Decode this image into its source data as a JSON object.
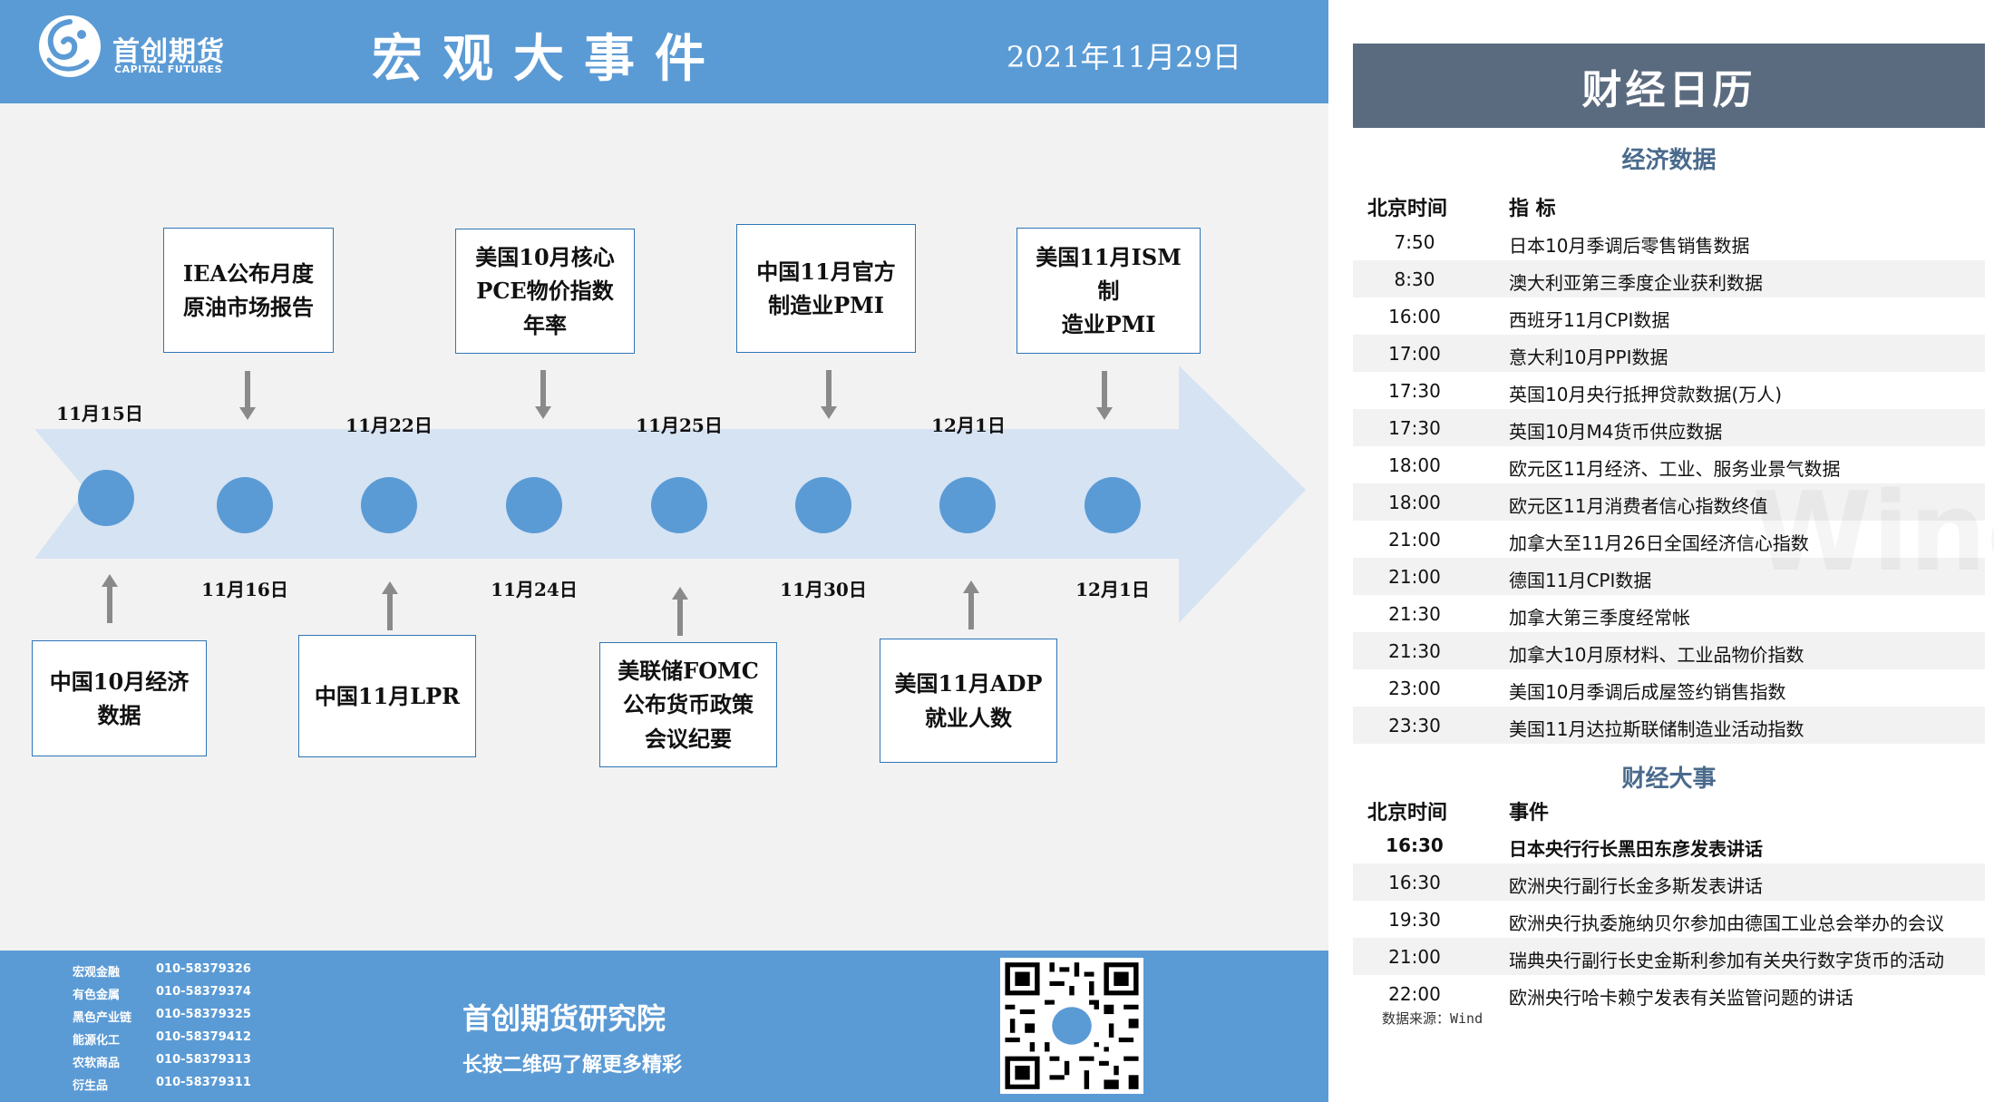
{
  "header": {
    "logo_cn": "首创期货",
    "logo_en": "CAPITAL FUTURES",
    "title": "宏观大事件",
    "date": "2021年11月29日"
  },
  "timeline": {
    "top_dates": [
      "11月15日",
      "11月22日",
      "11月25日",
      "12月1日"
    ],
    "bottom_dates": [
      "11月16日",
      "11月24日",
      "11月30日",
      "12月1日"
    ],
    "top_events": [
      {
        "lines": [
          "IEA公布月度",
          "原油市场报告"
        ]
      },
      {
        "lines": [
          "美国10月核心",
          "PCE物价指数",
          "年率"
        ]
      },
      {
        "lines": [
          "中国11月官方",
          "制造业PMI"
        ]
      },
      {
        "lines": [
          "美国11月ISM制",
          "造业PMI"
        ]
      }
    ],
    "bottom_events": [
      {
        "lines": [
          "中国10月经济",
          "数据"
        ]
      },
      {
        "lines": [
          "中国11月LPR"
        ]
      },
      {
        "lines": [
          "美联储FOMC",
          "公布货币政策",
          "会议纪要"
        ]
      },
      {
        "lines": [
          "美国11月ADP",
          "就业人数"
        ]
      }
    ]
  },
  "footer": {
    "contacts": [
      {
        "dept": "宏观金融",
        "phone": "010-58379326"
      },
      {
        "dept": "有色金属",
        "phone": "010-58379374"
      },
      {
        "dept": "黑色产业链",
        "phone": "010-58379325"
      },
      {
        "dept": "能源化工",
        "phone": "010-58379412"
      },
      {
        "dept": "农软商品",
        "phone": "010-58379313"
      },
      {
        "dept": "衍生品",
        "phone": "010-58379311"
      }
    ],
    "institute": "首创期货研究院",
    "cta": "长按二维码了解更多精彩"
  },
  "calendar": {
    "title": "财经日历",
    "econ_section": "经济数据",
    "econ_headers": {
      "time": "北京时间",
      "indicator": "指  标"
    },
    "econ_rows": [
      {
        "time": "7:50",
        "item": "日本10月季调后零售销售数据"
      },
      {
        "time": "8:30",
        "item": "澳大利亚第三季度企业获利数据"
      },
      {
        "time": "16:00",
        "item": "西班牙11月CPI数据"
      },
      {
        "time": "17:00",
        "item": "意大利10月PPI数据"
      },
      {
        "time": "17:30",
        "item": "英国10月央行抵押贷款数据(万人)"
      },
      {
        "time": "17:30",
        "item": "英国10月M4货币供应数据"
      },
      {
        "time": "18:00",
        "item": "欧元区11月经济、工业、服务业景气数据"
      },
      {
        "time": "18:00",
        "item": "欧元区11月消费者信心指数终值"
      },
      {
        "time": "21:00",
        "item": "加拿大至11月26日全国经济信心指数"
      },
      {
        "time": "21:00",
        "item": "德国11月CPI数据"
      },
      {
        "time": "21:30",
        "item": "加拿大第三季度经常帐"
      },
      {
        "time": "21:30",
        "item": "加拿大10月原材料、工业品物价指数"
      },
      {
        "time": "23:00",
        "item": "美国10月季调后成屋签约销售指数"
      },
      {
        "time": "23:30",
        "item": "美国11月达拉斯联储制造业活动指数"
      }
    ],
    "events_section": "财经大事",
    "events_headers": {
      "time": "北京时间",
      "event": "事件"
    },
    "events_rows": [
      {
        "time": "16:30",
        "item": "日本央行行长黑田东彦发表讲话"
      },
      {
        "time": "16:30",
        "item": "欧洲央行副行长金多斯发表讲话"
      },
      {
        "time": "19:30",
        "item": "欧洲央行执委施纳贝尔参加由德国工业总会举办的会议"
      },
      {
        "time": "21:00",
        "item": "瑞典央行副行长史金斯利参加有关央行数字货币的活动"
      },
      {
        "time": "22:00",
        "item": "欧洲央行哈卡赖宁发表有关监管问题的讲话"
      }
    ],
    "source": "数据来源：Wind",
    "watermark": "Wind"
  },
  "colors": {
    "header_blue": "#5b9bd5",
    "arrow_fill": "#d6e3f3",
    "calendar_header": "#5a6b7f",
    "box_border": "#2e75b6"
  }
}
